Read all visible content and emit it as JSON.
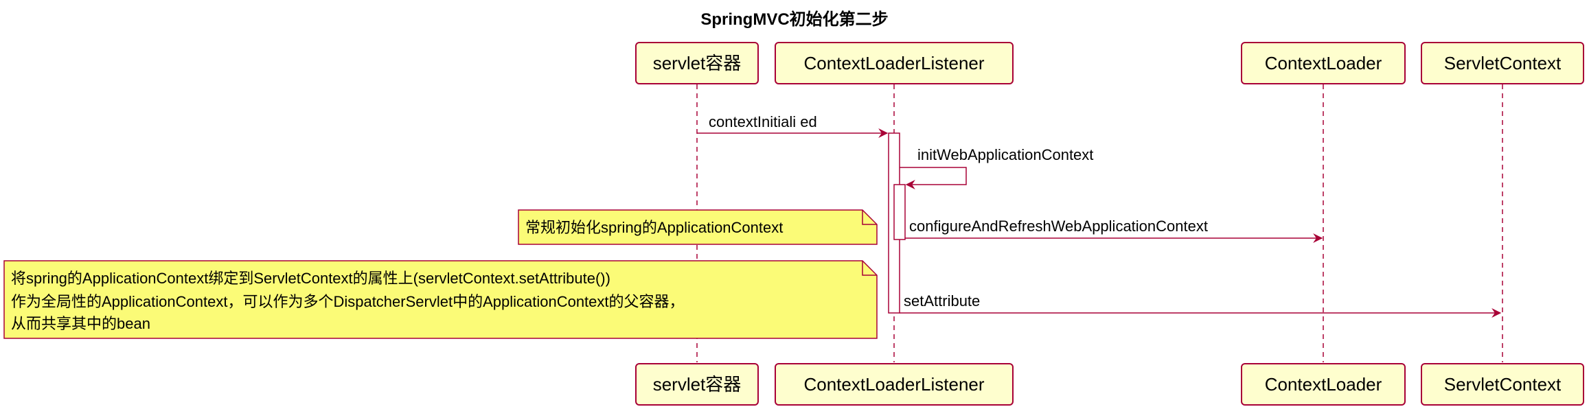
{
  "title": "SpringMVC初始化第二步",
  "participants": [
    {
      "id": "servlet-container",
      "label": "servlet容器"
    },
    {
      "id": "context-loader-listener",
      "label": "ContextLoaderListener"
    },
    {
      "id": "context-loader",
      "label": "ContextLoader"
    },
    {
      "id": "servlet-context",
      "label": "ServletContext"
    }
  ],
  "messages": [
    {
      "label": "contextInitiali  ed"
    },
    {
      "label": "initWebApplicationContext"
    },
    {
      "label": "configureAndRefreshWebApplicationContext"
    },
    {
      "label": "setAttribute"
    }
  ],
  "notes": [
    {
      "lines": [
        "常规初始化spring的ApplicationContext"
      ]
    },
    {
      "lines": [
        "将spring的ApplicationContext绑定到ServletContext的属性上(servletContext.setAttribute())",
        "作为全局性的ApplicationContext，可以作为多个DispatcherServlet中的ApplicationContext的父容器，",
        "从而共享其中的bean"
      ]
    }
  ],
  "colors": {
    "participant_fill": "#FEFECE",
    "participant_border": "#A80036",
    "arrow": "#A80036",
    "lifeline": "#A80036",
    "note_fill": "#FBFB77",
    "note_border": "#A80036",
    "text": "#000000"
  }
}
